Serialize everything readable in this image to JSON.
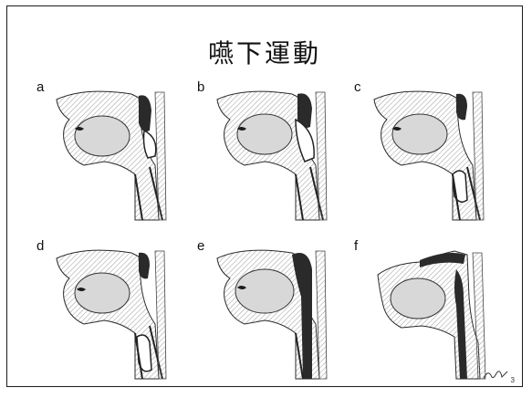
{
  "slide": {
    "title": "嚥下運動",
    "page_number": "3"
  },
  "panels": [
    {
      "label": "a"
    },
    {
      "label": "b"
    },
    {
      "label": "c"
    },
    {
      "label": "d"
    },
    {
      "label": "e"
    },
    {
      "label": "f"
    }
  ],
  "colors": {
    "ink": "#1c1c1c",
    "hatch": "#8a8a8a",
    "dark_fill": "#2a2a2a",
    "paper": "#ffffff"
  }
}
